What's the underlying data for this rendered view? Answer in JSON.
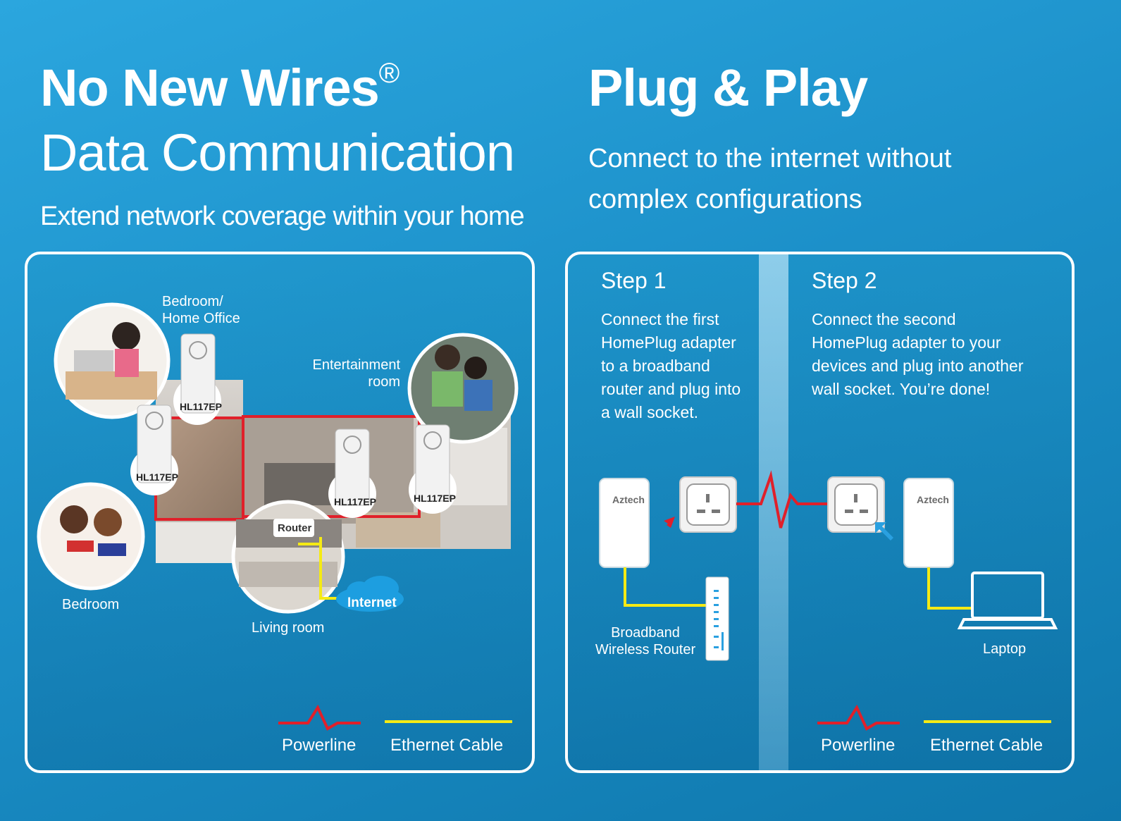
{
  "left": {
    "title_main": "No New Wires",
    "title_reg": "®",
    "title_second": "Data Communication",
    "subtitle": "Extend network coverage within your home",
    "rooms": {
      "bedroom_office": "Bedroom/\nHome Office",
      "entertainment": "Entertainment\nroom",
      "bedroom": "Bedroom",
      "living_room": "Living room"
    },
    "adapter_label": "HL117EP",
    "router_label": "Router",
    "internet_label": "Internet",
    "legend": {
      "powerline": "Powerline",
      "ethernet": "Ethernet Cable"
    }
  },
  "right": {
    "title": "Plug & Play",
    "subtitle_line1": "Connect to the internet without",
    "subtitle_line2": "complex configurations",
    "step1": {
      "title": "Step 1",
      "text": [
        "Connect the first",
        "HomePlug adapter",
        "to a broadband",
        "router and plug into",
        "a wall socket."
      ]
    },
    "step2": {
      "title": "Step 2",
      "text": [
        "Connect the second",
        "HomePlug adapter to your",
        "devices and plug into another",
        "wall socket. You’re done!"
      ]
    },
    "adapter_brand": "Aztech",
    "router_label_1": "Broadband",
    "router_label_2": "Wireless Router",
    "laptop_label": "Laptop",
    "legend": {
      "powerline": "Powerline",
      "ethernet": "Ethernet Cable"
    }
  },
  "colors": {
    "powerline": "#e0202a",
    "ethernet": "#f5ea14",
    "bg": "#1c90c9"
  }
}
